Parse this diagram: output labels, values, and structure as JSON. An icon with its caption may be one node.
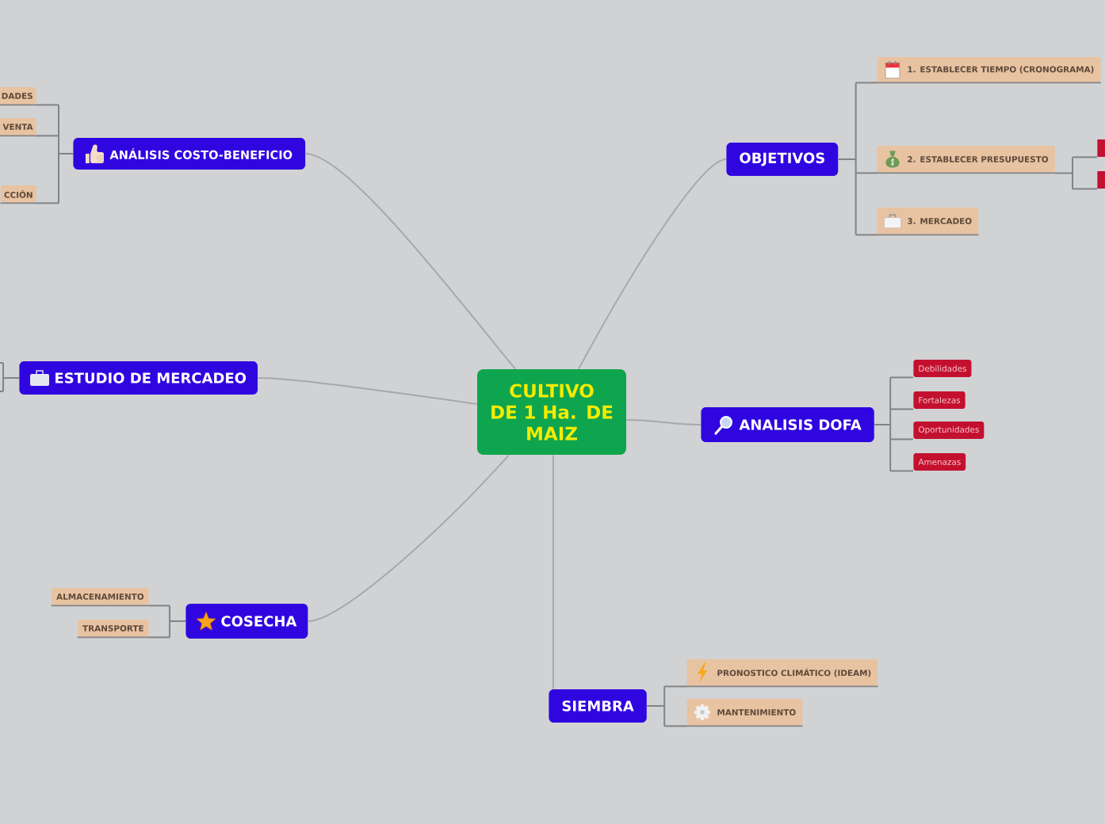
{
  "diagram": {
    "nodes": [
      {
        "text": [
          "CULTIVO DE 1 Ha. DE MAIZ"
        ]
      },
      {
        "text": [
          "ANÁLISIS COSTO-BENEFICIO"
        ]
      },
      {
        "text": [
          "DADES"
        ]
      },
      {
        "text": [
          "VENTA"
        ]
      },
      {
        "text": [
          "CCIÓN"
        ]
      },
      {
        "text": [
          "OBJETIVOS"
        ]
      },
      {
        "text": [
          "1. ESTABLECER TIEMPO (CRONOGRAMA)"
        ]
      },
      {
        "text": [
          "2. ESTABLECER PRESUPUESTO"
        ]
      },
      {
        "text": [],
        "shape": "box"
      },
      {
        "text": [],
        "shape": "box"
      },
      {
        "text": [
          "3. MERCADEO"
        ]
      },
      {
        "text": [
          "ESTUDIO DE MERCADEO"
        ]
      },
      {
        "text": [
          "ANALISIS DOFA"
        ]
      },
      {
        "text": [
          "Debilidades"
        ]
      },
      {
        "text": [
          "Fortalezas"
        ]
      },
      {
        "text": [
          "Oportunidades"
        ]
      },
      {
        "text": [
          "Amenazas"
        ]
      },
      {
        "text": [
          "COSECHA"
        ]
      },
      {
        "text": [
          "ALMACENAMIENTO"
        ]
      },
      {
        "text": [
          "TRANSPORTE"
        ]
      },
      {
        "text": [
          "SIEMBRA"
        ]
      },
      {
        "text": [
          "PRONOSTICO CLIMÁTICO (IDEAM)"
        ]
      },
      {
        "text": [
          "MANTENIMIENTO"
        ]
      }
    ],
    "edges": [
      {
        "from": 0,
        "to": 1,
        "arrow": "none",
        "color": "#a7a8aa"
      },
      {
        "from": 0,
        "to": 5,
        "arrow": "none",
        "color": "#a7a8aa"
      },
      {
        "from": 0,
        "to": 11,
        "arrow": "none",
        "color": "#a7a8aa"
      },
      {
        "from": 0,
        "to": 12,
        "arrow": "none",
        "color": "#a7a8aa"
      },
      {
        "from": 0,
        "to": 17,
        "arrow": "none",
        "color": "#a7a8aa"
      },
      {
        "from": 0,
        "to": 20,
        "arrow": "none",
        "color": "#a7a8aa"
      },
      {
        "from": 1,
        "to": 2,
        "arrow": "none"
      },
      {
        "from": 1,
        "to": 3,
        "arrow": "none"
      },
      {
        "from": 1,
        "to": 4,
        "arrow": "none"
      },
      {
        "from": 5,
        "to": 6,
        "arrow": "none"
      },
      {
        "from": 5,
        "to": 7,
        "arrow": "none"
      },
      {
        "from": 5,
        "to": 10,
        "arrow": "none"
      },
      {
        "from": 7,
        "to": 8,
        "arrow": "none"
      },
      {
        "from": 7,
        "to": 9,
        "arrow": "none"
      },
      {
        "from": 11,
        "to": null,
        "arrow": "none"
      },
      {
        "from": 12,
        "to": 13,
        "arrow": "none"
      },
      {
        "from": 12,
        "to": 14,
        "arrow": "none"
      },
      {
        "from": 12,
        "to": 15,
        "arrow": "none"
      },
      {
        "from": 12,
        "to": 16,
        "arrow": "none"
      },
      {
        "from": 17,
        "to": 18,
        "arrow": "none"
      },
      {
        "from": 17,
        "to": 19,
        "arrow": "none"
      },
      {
        "from": 20,
        "to": 21,
        "arrow": "none"
      },
      {
        "from": 20,
        "to": 22,
        "arrow": "none"
      }
    ]
  }
}
